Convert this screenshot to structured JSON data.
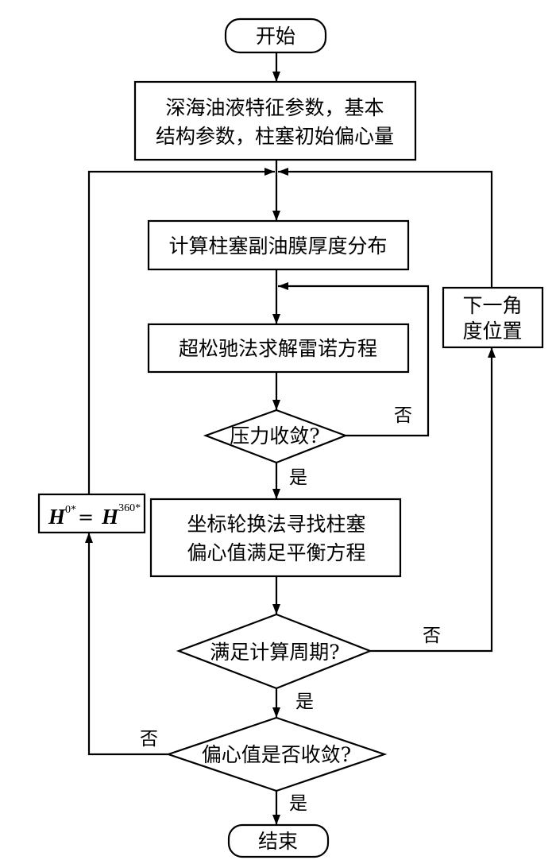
{
  "nodes": {
    "start": "开始",
    "input_line1": "深海油液特征参数，基本",
    "input_line2": "结构参数，柱塞初始偏心量",
    "film_thickness": "计算柱塞副油膜厚度分布",
    "sor_solve": "超松驰法求解雷诺方程",
    "pressure_converge": "压力收敛?",
    "coord_line1": "坐标轮换法寻找柱塞",
    "coord_line2": "偏心值满足平衡方程",
    "period_check": "满足计算周期?",
    "ecc_converge": "偏心值是否收敛?",
    "next_angle_line1": "下一角",
    "next_angle_line2": "度位置",
    "h_update": {
      "h": "H",
      "sup_left": "0*",
      "eq": "=",
      "h2": "H",
      "sup_right": "360*"
    },
    "end": "结束"
  },
  "edge_labels": {
    "pressure_no": "否",
    "pressure_yes": "是",
    "period_no": "否",
    "period_yes": "是",
    "ecc_no": "否",
    "ecc_yes": "是"
  }
}
